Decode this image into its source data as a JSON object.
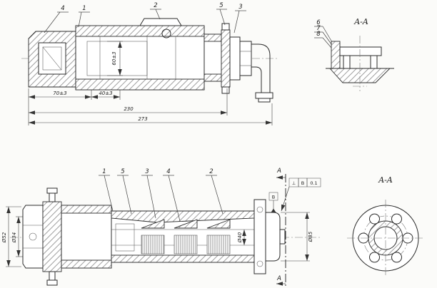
{
  "sheet": {
    "colors": {
      "ink": "#2b2b2b",
      "paper": "#fbfbf9",
      "hatch": "#777777"
    }
  },
  "top_view": {
    "callouts": [
      "4",
      "1",
      "2",
      "5",
      "3"
    ],
    "dims": {
      "len1": "70±3",
      "len2": "40±3",
      "height": "60±3",
      "body": "230",
      "overall": "273"
    }
  },
  "top_section": {
    "title": "A-A",
    "callouts": [
      "6",
      "7",
      "8"
    ]
  },
  "bottom_view": {
    "callouts": [
      "1",
      "5",
      "3",
      "4",
      "2"
    ],
    "section_letter": "A",
    "datum": "B",
    "tol": {
      "sym": "⊥",
      "datum": "B",
      "value": "0.1"
    },
    "dims": {
      "left_outer": "Ø52",
      "left_inner": "Ø34",
      "right_inner": "Ø40",
      "right_outer": "Ø85"
    }
  },
  "bottom_section": {
    "title": "A-A"
  }
}
